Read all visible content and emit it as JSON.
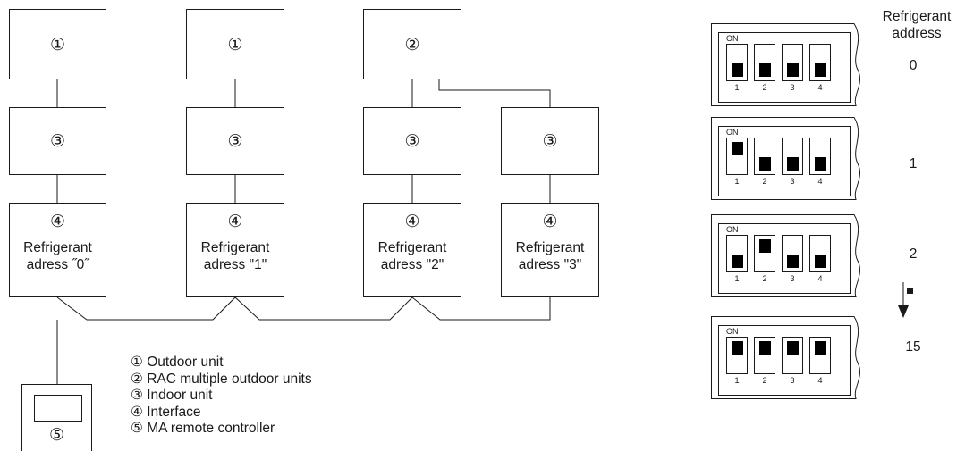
{
  "units": {
    "outdoor": "①",
    "rac_outdoor": "②",
    "indoor": "③",
    "interface": "④",
    "controller": "⑤"
  },
  "interfaces": [
    {
      "label": "Refrigerant",
      "address": "adress ˝0˝"
    },
    {
      "label": "Refrigerant",
      "address": "adress \"1\""
    },
    {
      "label": "Refrigerant",
      "address": "adress \"2\""
    },
    {
      "label": "Refrigerant",
      "address": "adress \"3\""
    }
  ],
  "legend": [
    "① Outdoor unit",
    "② RAC multiple outdoor units",
    "③ Indoor unit",
    "④ Interface",
    "⑤ MA remote controller"
  ],
  "dip_switch": {
    "on_label": "ON",
    "switch_numbers": [
      "1",
      "2",
      "3",
      "4"
    ],
    "header_line1": "Refrigerant",
    "header_line2": "address",
    "settings": [
      {
        "address": "0",
        "states": [
          false,
          false,
          false,
          false
        ]
      },
      {
        "address": "1",
        "states": [
          true,
          false,
          false,
          false
        ]
      },
      {
        "address": "2",
        "states": [
          false,
          true,
          false,
          false
        ]
      },
      {
        "address": "15",
        "states": [
          true,
          true,
          true,
          true
        ]
      }
    ]
  }
}
